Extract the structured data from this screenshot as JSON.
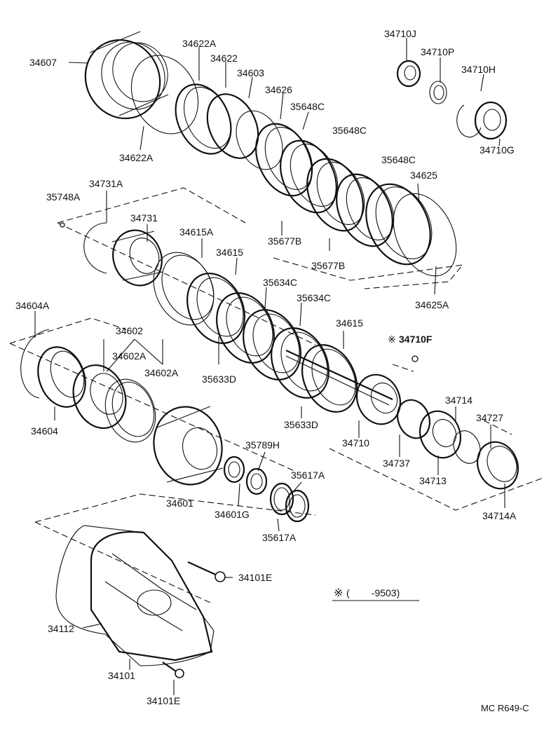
{
  "diagram": {
    "part_labels": [
      "34607",
      "34622A",
      "34622",
      "34603",
      "34626",
      "35648C",
      "35648C",
      "35648C",
      "34625",
      "34622A",
      "34710J",
      "34710P",
      "34710H",
      "34710G",
      "34731A",
      "35748A",
      "34731",
      "34615A",
      "34615",
      "35677B",
      "35677B",
      "34625A",
      "34604A",
      "34602",
      "34602A",
      "34602A",
      "35634C",
      "35634C",
      "34615",
      "34710F",
      "35633D",
      "34604",
      "35633D",
      "34714",
      "34727",
      "34710",
      "34737",
      "34713",
      "35789H",
      "35617A",
      "34601",
      "34601G",
      "35617A",
      "34714A",
      "34101E",
      "34112",
      "34101",
      "34101E"
    ],
    "footnote_mark": "※",
    "note": "(        -9503)",
    "catalog_code": "MC R649-C"
  }
}
